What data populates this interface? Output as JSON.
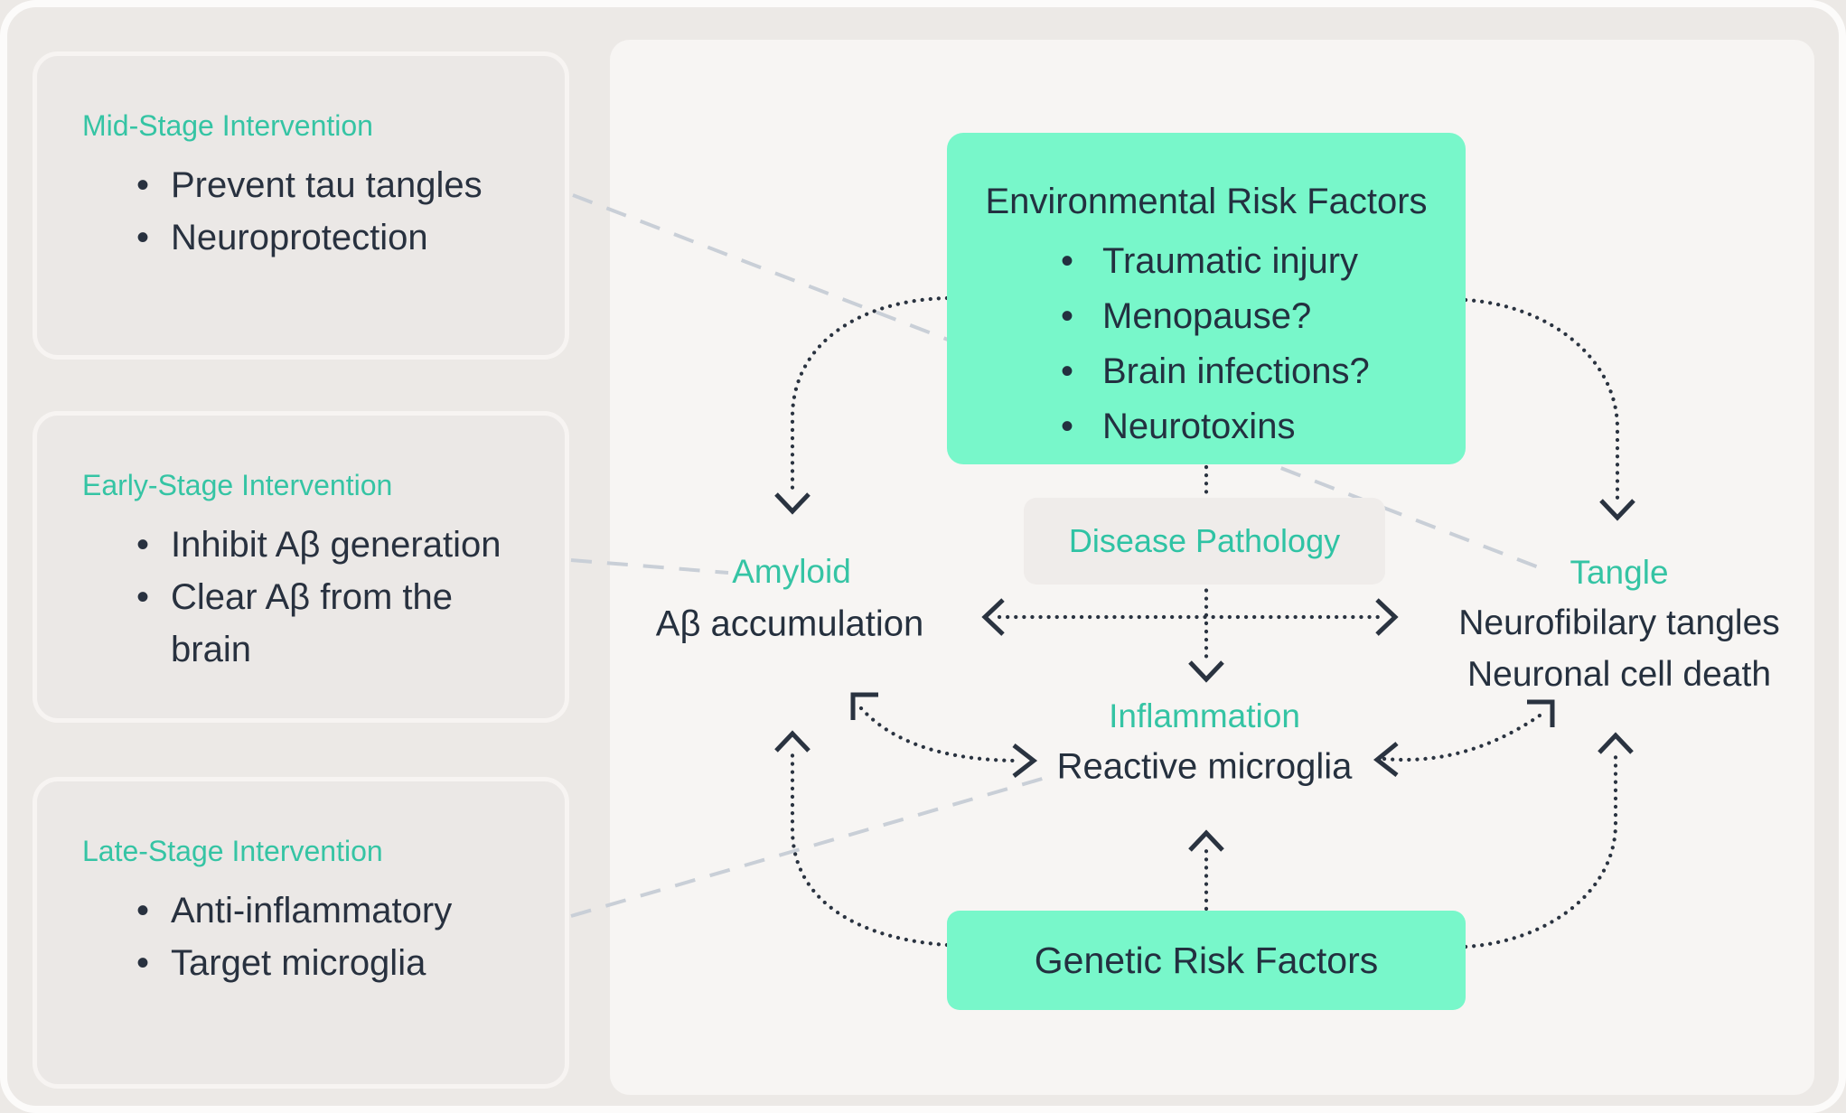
{
  "colors": {
    "mint_box": "#78f7ca",
    "teal_text": "#35c4a4",
    "navy_text": "#25303e",
    "dotted_connector": "#2a3340",
    "dashed_leader": "#c9cfd7",
    "page_background": "#ece9e6",
    "panel_background": "#f7f5f3",
    "card_background": "#ebe8e6",
    "card_border": "#f7f4f2",
    "disease_box_background": "#efecea"
  },
  "sidebar": {
    "cards": [
      {
        "title": "Mid-Stage Intervention",
        "bullets": [
          "Prevent tau tangles",
          "Neuroprotection"
        ]
      },
      {
        "title": "Early-Stage Intervention",
        "bullets": [
          "Inhibit Aβ generation",
          "Clear Aβ from the brain"
        ]
      },
      {
        "title": "Late-Stage Intervention",
        "bullets": [
          "Anti-inflammatory",
          "Target microglia"
        ]
      }
    ]
  },
  "diagram": {
    "environmental": {
      "title": "Environmental Risk Factors",
      "bullets": [
        "Traumatic injury",
        "Menopause?",
        "Brain infections?",
        "Neurotoxins"
      ]
    },
    "disease_pathology_label": "Disease Pathology",
    "genetic_label": "Genetic Risk Factors",
    "nodes": {
      "amyloid": {
        "label": "Amyloid",
        "desc": "Aβ accumulation"
      },
      "tangle": {
        "label": "Tangle",
        "desc1": "Neurofibilary tangles",
        "desc2": "Neuronal cell death"
      },
      "inflammation": {
        "label": "Inflammation",
        "desc": "Reactive microglia"
      }
    }
  }
}
